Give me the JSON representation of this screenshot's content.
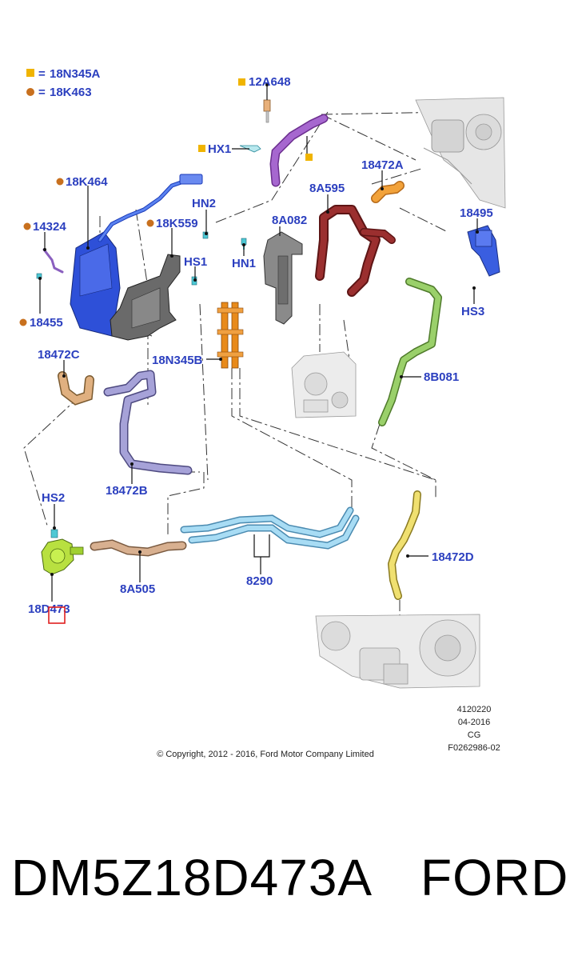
{
  "legend": {
    "square_code": "18N345A",
    "circle_code": "18K463",
    "equals": "="
  },
  "callouts": {
    "c_12A648": "12A648",
    "c_HX1": "HX1",
    "c_18K464": "18K464",
    "c_HN2": "HN2",
    "c_18K559": "18K559",
    "c_14324": "14324",
    "c_HS1": "HS1",
    "c_8A082": "8A082",
    "c_HN1": "HN1",
    "c_8A595": "8A595",
    "c_18472A": "18472A",
    "c_18495": "18495",
    "c_HS3": "HS3",
    "c_18455": "18455",
    "c_18472C": "18472C",
    "c_18N345B": "18N345B",
    "c_8B081": "8B081",
    "c_18472B": "18472B",
    "c_HS2": "HS2",
    "c_18472D": "18472D",
    "c_8A505": "8A505",
    "c_8290": "8290",
    "c_18D473": "18D473"
  },
  "footer": {
    "copyright": "© Copyright, 2012 - 2016, Ford Motor Company Limited",
    "ref_number": "4120220",
    "ref_date": "04-2016",
    "ref_code": "CG",
    "ref_figure": "F0262986-02"
  },
  "caption": {
    "part_number": "DM5Z18D473A",
    "brand": "FORD"
  },
  "colors": {
    "label_blue": "#2b3fbf",
    "legend_square": "#f0b400",
    "legend_circle": "#c8701e",
    "highlight_box": "#e02020"
  }
}
